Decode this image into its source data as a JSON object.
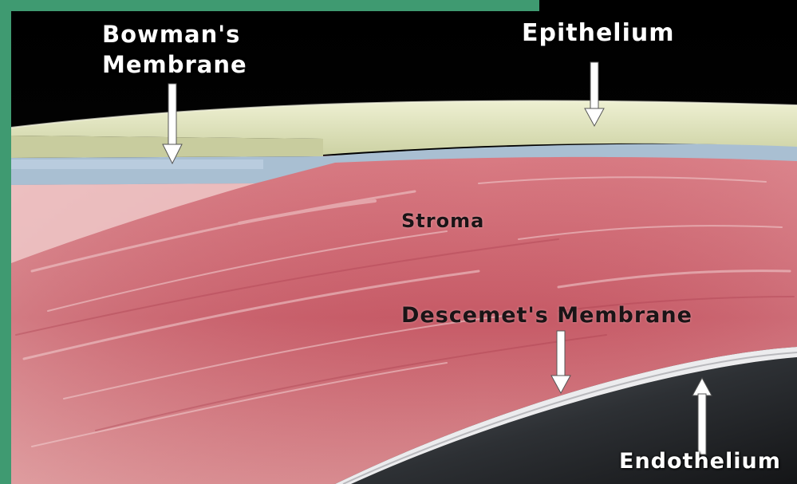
{
  "colors": {
    "frame_green": "#3f9a71",
    "background": "#000000",
    "epithelium": "#d8dcb4",
    "bowmans_membrane": "#a9bfd2",
    "stroma": "#c9606c",
    "descemets_membrane": "#e8e8ea",
    "anterior_chamber": "#2a2d31"
  },
  "labels": {
    "bowmans_line1": "Bowman's",
    "bowmans_line2": "Membrane",
    "epithelium": "Epithelium",
    "stroma": "Stroma",
    "descemets": "Descemet's Membrane",
    "endothelium": "Endothelium"
  },
  "icons": {
    "pointer": "down-arrow-icon",
    "pointer_up": "up-arrow-icon"
  }
}
